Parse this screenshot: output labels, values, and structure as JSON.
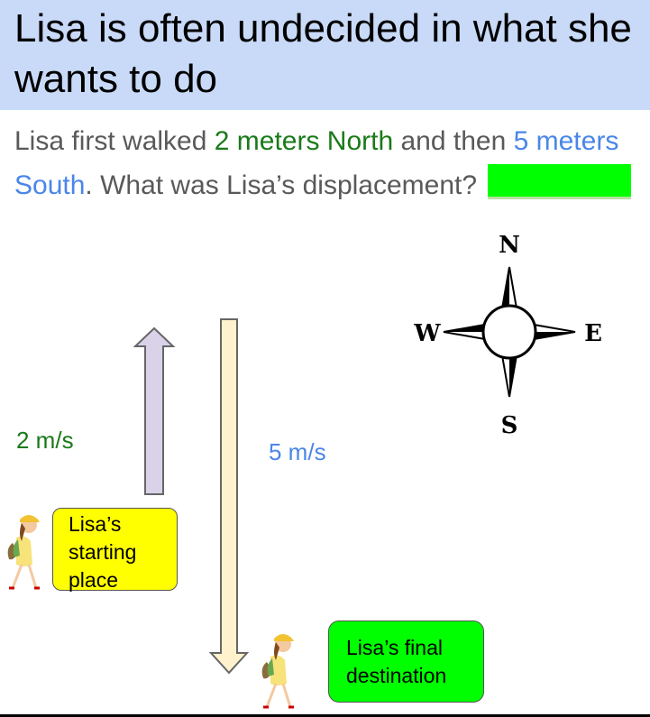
{
  "slide": {
    "title": "Lisa is often undecided in what she wants to do"
  },
  "question": {
    "part1": "Lisa first walked ",
    "north_phrase": "2 meters North",
    "part2": " and then ",
    "south_phrase": "5 meters South",
    "part3": ". What was Lisa’s displacement?",
    "answer_blank_color": "#00ff00"
  },
  "arrows": {
    "up_label": "2 m/s",
    "down_label": "5 m/s",
    "up_color": "#d9d2e9",
    "down_color": "#fff2cc"
  },
  "compass": {
    "north": "N",
    "south": "S",
    "east": "E",
    "west": "W"
  },
  "notes": {
    "start_label": "Lisa’s starting place",
    "end_label": "Lisa’s final destination",
    "start_color": "#ffff00",
    "end_color": "#00ff00"
  },
  "figures": {
    "start_icon": "hiker-girl-icon",
    "end_icon": "hiker-girl-icon"
  }
}
